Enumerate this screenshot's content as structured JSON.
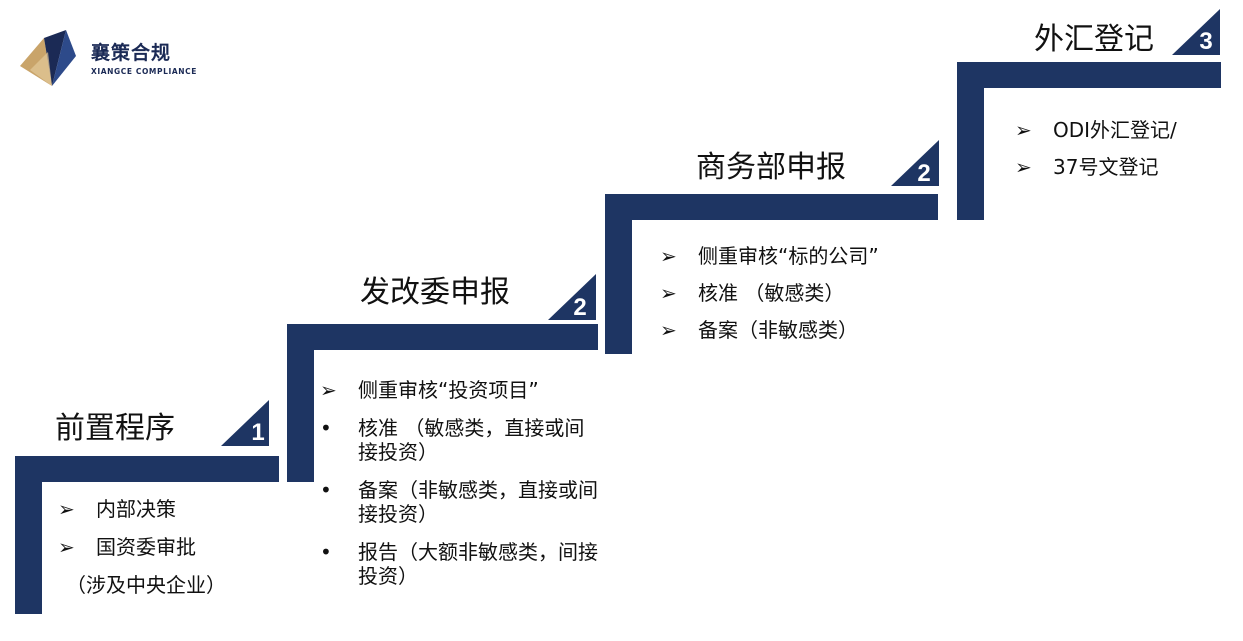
{
  "logo": {
    "name_cn": "襄策合规",
    "name_en": "XIANGCE COMPLIANCE"
  },
  "colors": {
    "stair": "#1e3563",
    "logo_gold": "#c9a46a",
    "logo_navy": "#1b2a55",
    "text": "#111111"
  },
  "steps": [
    {
      "title": "前置程序",
      "badge": "1",
      "items": [
        {
          "marker": "➢",
          "text": "内部决策"
        },
        {
          "marker": "➢",
          "text": "国资委审批"
        },
        {
          "marker": "",
          "text": "（涉及中央企业）"
        }
      ]
    },
    {
      "title": "发改委申报",
      "badge": "2",
      "items": [
        {
          "marker": "➢",
          "text": "侧重审核“投资项目”"
        },
        {
          "marker": "•",
          "text": "核准 （敏感类，直接或间接投资）"
        },
        {
          "marker": "•",
          "text": "备案（非敏感类，直接或间接投资）"
        },
        {
          "marker": "•",
          "text": "报告（大额非敏感类，间接投资）"
        }
      ]
    },
    {
      "title": "商务部申报",
      "badge": "2",
      "items": [
        {
          "marker": "➢",
          "text": "侧重审核“标的公司”"
        },
        {
          "marker": "➢",
          "text": "核准 （敏感类）"
        },
        {
          "marker": "➢",
          "text": "备案（非敏感类）"
        }
      ]
    },
    {
      "title": "外汇登记",
      "badge": "3",
      "items": [
        {
          "marker": "➢",
          "text": "ODI外汇登记/"
        },
        {
          "marker": "➢",
          "text": "37号文登记"
        }
      ]
    }
  ]
}
